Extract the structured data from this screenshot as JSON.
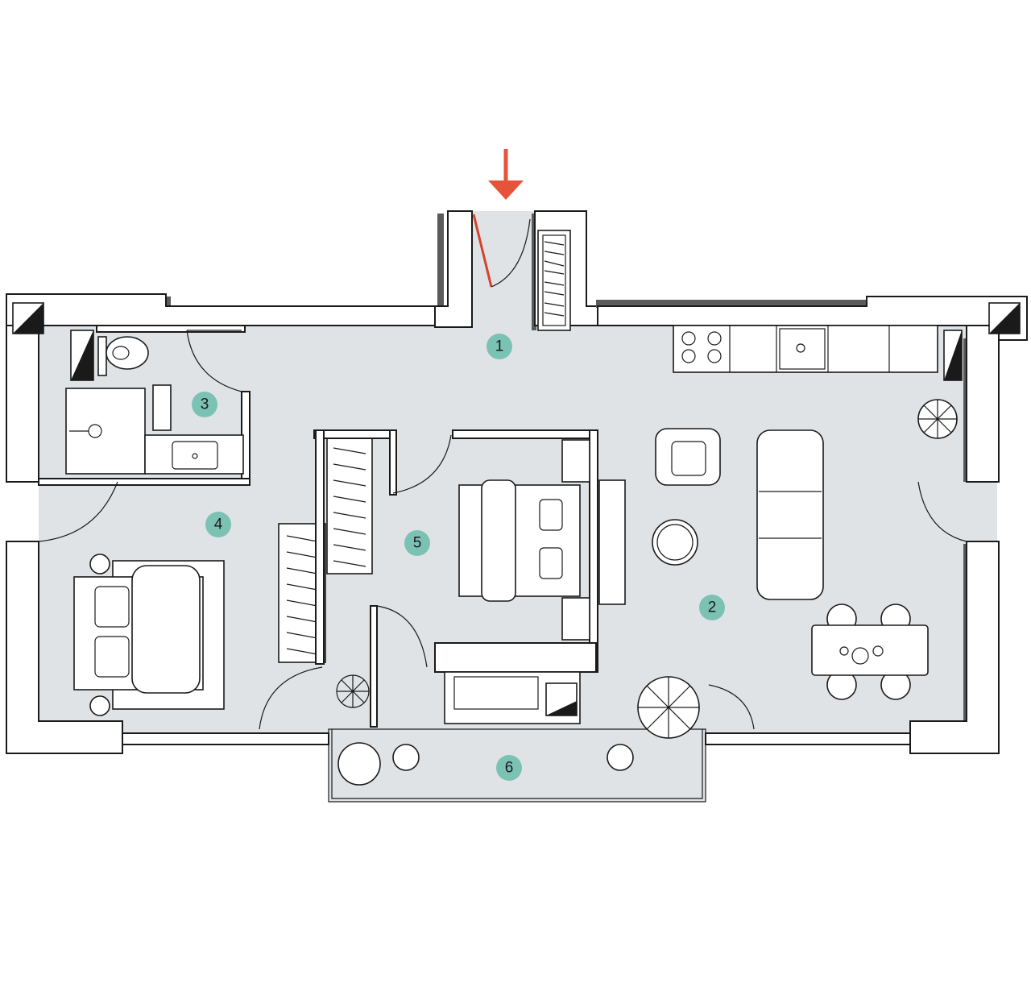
{
  "colors": {
    "floor": "#dfe3e6",
    "wall": "#ffffff",
    "line": "#1a1a1a",
    "badge": "#7cc2b4",
    "entry_arrow": "#e5543a",
    "entry_door": "#d6432c"
  },
  "rooms": [
    {
      "number": "1"
    },
    {
      "number": "2"
    },
    {
      "number": "3"
    },
    {
      "number": "4"
    },
    {
      "number": "5"
    },
    {
      "number": "6"
    }
  ],
  "icons": [
    "entry-arrow-icon",
    "plant-icon",
    "bed-icon",
    "sofa-icon",
    "stove-icon",
    "sink-icon",
    "toilet-icon",
    "wardrobe-icon",
    "dining-table-icon",
    "armchair-icon",
    "umbrella-icon"
  ]
}
